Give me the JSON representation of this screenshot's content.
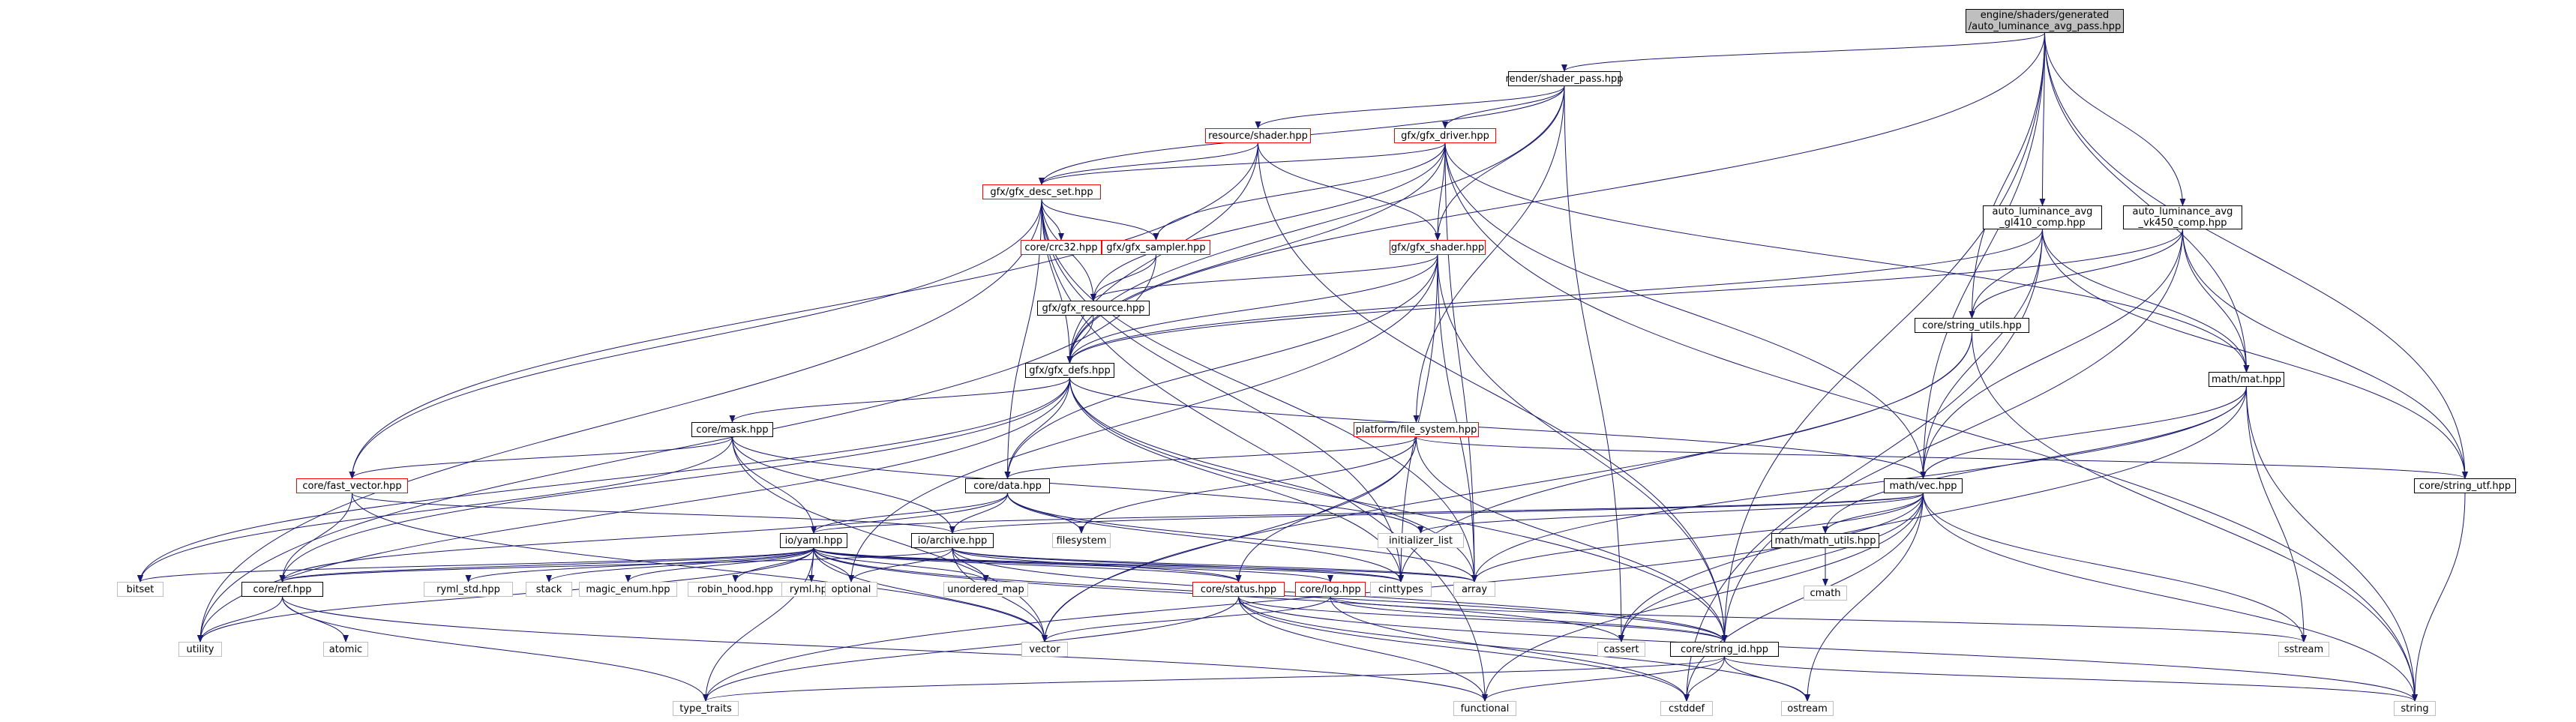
{
  "nodes": {
    "root": "engine/shaders/generated\n/auto_luminance_avg_pass.hpp",
    "shader_pass": "render/shader_pass.hpp",
    "resource_shader": "resource/shader.hpp",
    "gfx_driver": "gfx/gfx_driver.hpp",
    "gfx_desc_set": "gfx/gfx_desc_set.hpp",
    "crc32": "core/crc32.hpp",
    "gfx_sampler": "gfx/gfx_sampler.hpp",
    "gfx_shader": "gfx/gfx_shader.hpp",
    "gfx_resource": "gfx/gfx_resource.hpp",
    "gfx_defs": "gfx/gfx_defs.hpp",
    "gl410": "auto_luminance_avg\n_gl410_comp.hpp",
    "vk450": "auto_luminance_avg\n_vk450_comp.hpp",
    "string_utils": "core/string_utils.hpp",
    "math_mat": "math/mat.hpp",
    "core_mask": "core/mask.hpp",
    "file_system": "platform/file_system.hpp",
    "string_utf": "core/string_utf.hpp",
    "fast_vector": "core/fast_vector.hpp",
    "core_data": "core/data.hpp",
    "math_vec": "math/vec.hpp",
    "io_yaml": "io/yaml.hpp",
    "io_archive": "io/archive.hpp",
    "math_utils": "math/math_utils.hpp",
    "initializer_list": "initializer_list",
    "filesystem": "filesystem",
    "cmath": "cmath",
    "bitset": "bitset",
    "core_ref": "core/ref.hpp",
    "ryml_std": "ryml_std.hpp",
    "stack": "stack",
    "magic_enum": "magic_enum.hpp",
    "robin_hood": "robin_hood.hpp",
    "ryml": "ryml.hpp",
    "optional": "optional",
    "unordered_map": "unordered_map",
    "core_status": "core/status.hpp",
    "core_log": "core/log.hpp",
    "cinttypes": "cinttypes",
    "array": "array",
    "utility": "utility",
    "atomic": "atomic",
    "vector": "vector",
    "cassert": "cassert",
    "string_id": "core/string_id.hpp",
    "sstream": "sstream",
    "type_traits": "type_traits",
    "functional": "functional",
    "cstddef": "cstddef",
    "ostream": "ostream",
    "string": "string"
  },
  "colors": {
    "edge": "#191970",
    "node_border": "#000000",
    "truncated_border": "#ff0000",
    "system_border": "#bfbfbf",
    "root_fill": "#bfbfbf"
  }
}
